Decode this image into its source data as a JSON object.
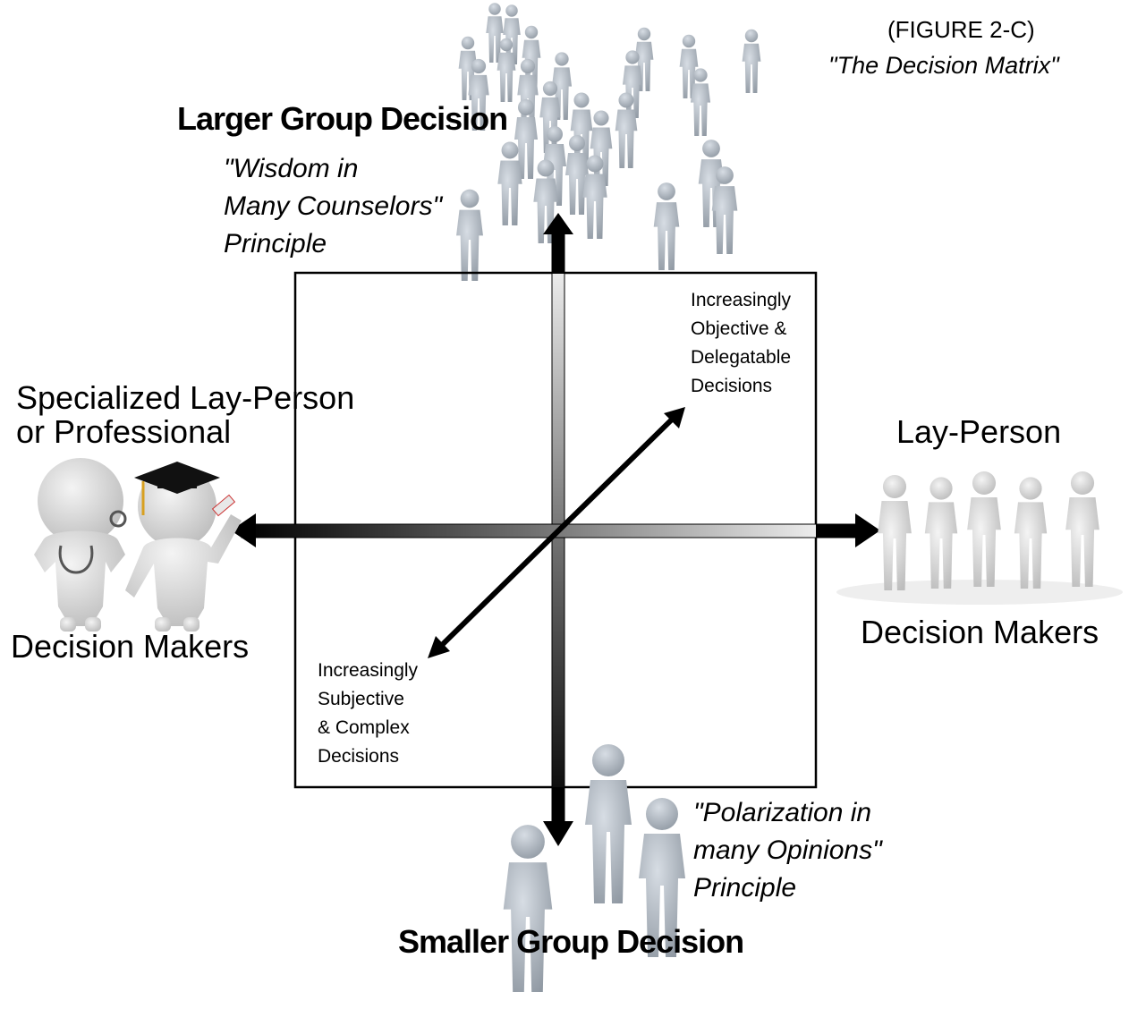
{
  "figure": {
    "number_label": "(FIGURE 2-C)",
    "title": "\"The Decision Matrix\""
  },
  "top": {
    "heading": "Larger Group Decision",
    "principle": "\"Wisdom in\n   Many Counselors\"\n      Principle"
  },
  "left": {
    "heading": "Specialized Lay-Person\n or Professional",
    "footer": "Decision Makers"
  },
  "right": {
    "heading": "Lay-Person",
    "footer": "Decision Makers"
  },
  "diagonal": {
    "upper_right": "Increasingly\nObjective &\nDelegatable\nDecisions",
    "lower_left": "Increasingly\nSubjective\n& Complex\nDecisions"
  },
  "bottom": {
    "principle": "\"Polarization in\nmany Opinions\"\n      Principle",
    "heading": "Smaller Group Decision"
  },
  "icons": [
    "crowd-figures",
    "doctor-figure",
    "graduate-figure",
    "lay-person-group",
    "small-group-figures"
  ],
  "colors": {
    "figure_fill": "#b8bec6",
    "lay_person_fill": "#dcdcdc",
    "axis": "#000000"
  }
}
